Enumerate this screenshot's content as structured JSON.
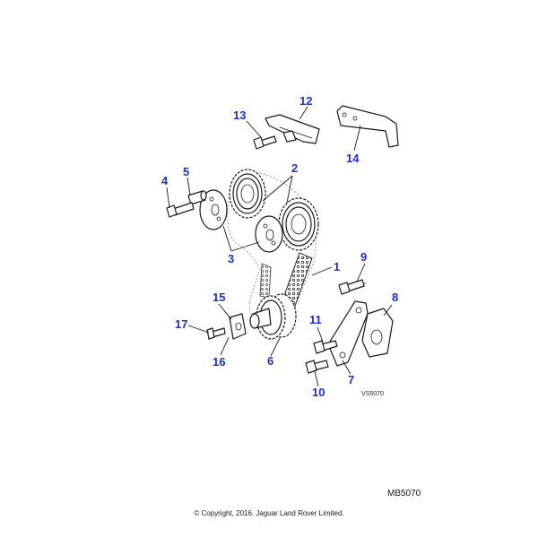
{
  "diagram": {
    "drawing_code": "VS5070",
    "reference_code": "MB5070",
    "copyright": "© Copyright, 2016. Jaguar Land Rover Limited."
  },
  "callouts": [
    {
      "id": "callout-1",
      "label": "1"
    },
    {
      "id": "callout-2",
      "label": "2"
    },
    {
      "id": "callout-3",
      "label": "3"
    },
    {
      "id": "callout-4",
      "label": "4"
    },
    {
      "id": "callout-5",
      "label": "5"
    },
    {
      "id": "callout-6",
      "label": "6"
    },
    {
      "id": "callout-7",
      "label": "7"
    },
    {
      "id": "callout-8",
      "label": "8"
    },
    {
      "id": "callout-9",
      "label": "9"
    },
    {
      "id": "callout-10",
      "label": "10"
    },
    {
      "id": "callout-11",
      "label": "11"
    },
    {
      "id": "callout-12",
      "label": "12"
    },
    {
      "id": "callout-13",
      "label": "13"
    },
    {
      "id": "callout-14",
      "label": "14"
    },
    {
      "id": "callout-15",
      "label": "15"
    },
    {
      "id": "callout-16",
      "label": "16"
    },
    {
      "id": "callout-17",
      "label": "17"
    }
  ],
  "colors": {
    "callout_text": "#1a2fd6",
    "line_art": "#1a1a1a",
    "background": "#ffffff"
  }
}
